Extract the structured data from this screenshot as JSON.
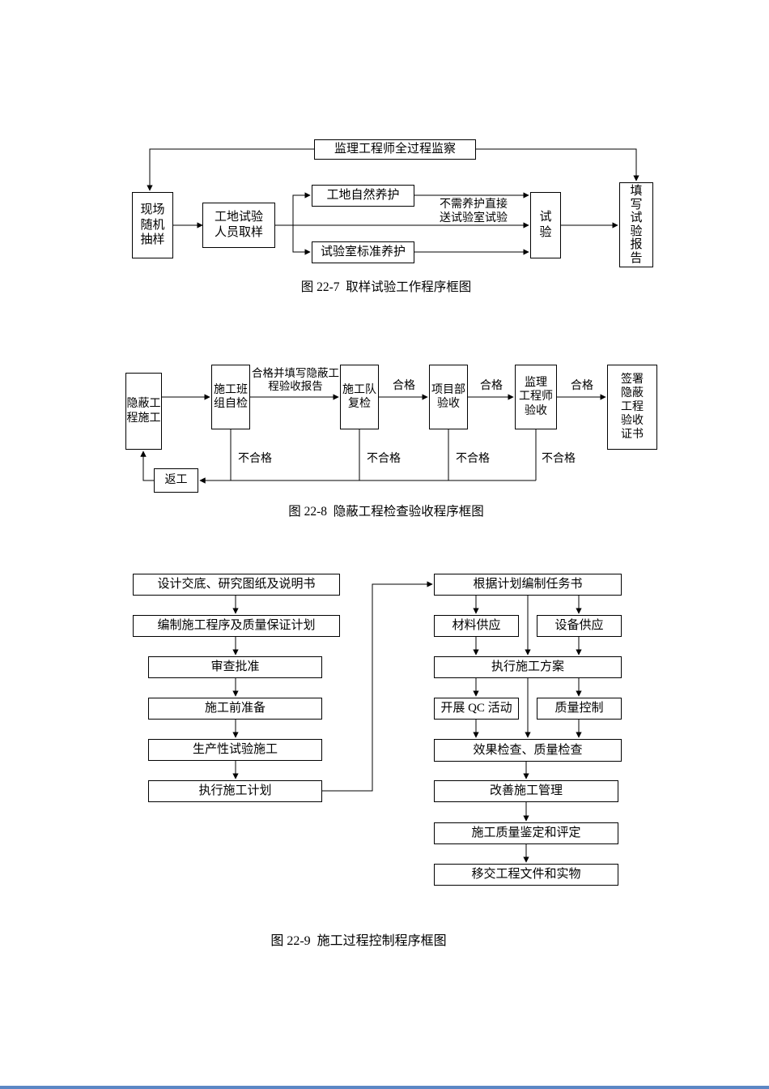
{
  "page": {
    "background": "#ffffff",
    "line_color": "#000000",
    "bottom_bar_color": "#5b87c5"
  },
  "figure1": {
    "caption": "图 22-7  取样试验工作程序框图",
    "boxes": {
      "supervisor": "监理工程师全过程监察",
      "site_sampling": "现场\n随机\n抽样",
      "sampler": "工地试验\n人员取样",
      "natural_curing": "工地自然养护",
      "standard_curing": "试验室标准养护",
      "test": "试\n验",
      "report": "填\n写\n试\n验\n报\n告"
    },
    "labels": {
      "direct_to_lab": "不需养护直接\n送试验室试验"
    }
  },
  "figure2": {
    "caption": "图 22-8  隐蔽工程检查验收程序框图",
    "boxes": {
      "hidden_work_construction": "隐蔽工\n程施工",
      "team_self_check": "施工班\n组自检",
      "crew_recheck": "施工队\n复检",
      "project_dept_accept": "项目部\n验收",
      "supervisor_accept": "监理\n工程师\n验收",
      "sign_certificate": "签署\n隐蔽\n工程\n验收\n证书",
      "rework": "返工"
    },
    "labels": {
      "pass_and_report": "合格并填写隐蔽工\n程验收报告",
      "pass_1": "合格",
      "pass_2": "合格",
      "pass_3": "合格",
      "fail_1": "不合格",
      "fail_2": "不合格",
      "fail_3": "不合格",
      "fail_4": "不合格"
    }
  },
  "figure3": {
    "caption": "图 22-9  施工过程控制程序框图",
    "left_column": {
      "design_briefing": "设计交底、研究图纸及说明书",
      "compile_procedure": "编制施工程序及质量保证计划",
      "review_approval": "审查批准",
      "pre_construction": "施工前准备",
      "trial_construction": "生产性试验施工",
      "execute_plan": "执行施工计划"
    },
    "right_column": {
      "task_book": "根据计划编制任务书",
      "material_supply": "材料供应",
      "equipment_supply": "设备供应",
      "execute_scheme": "执行施工方案",
      "qc_activity": "开展 QC 活动",
      "quality_control": "质量控制",
      "effect_check": "效果检查、质量检查",
      "improve_management": "改善施工管理",
      "quality_appraisal": "施工质量鉴定和评定",
      "handover": "移交工程文件和实物"
    }
  }
}
